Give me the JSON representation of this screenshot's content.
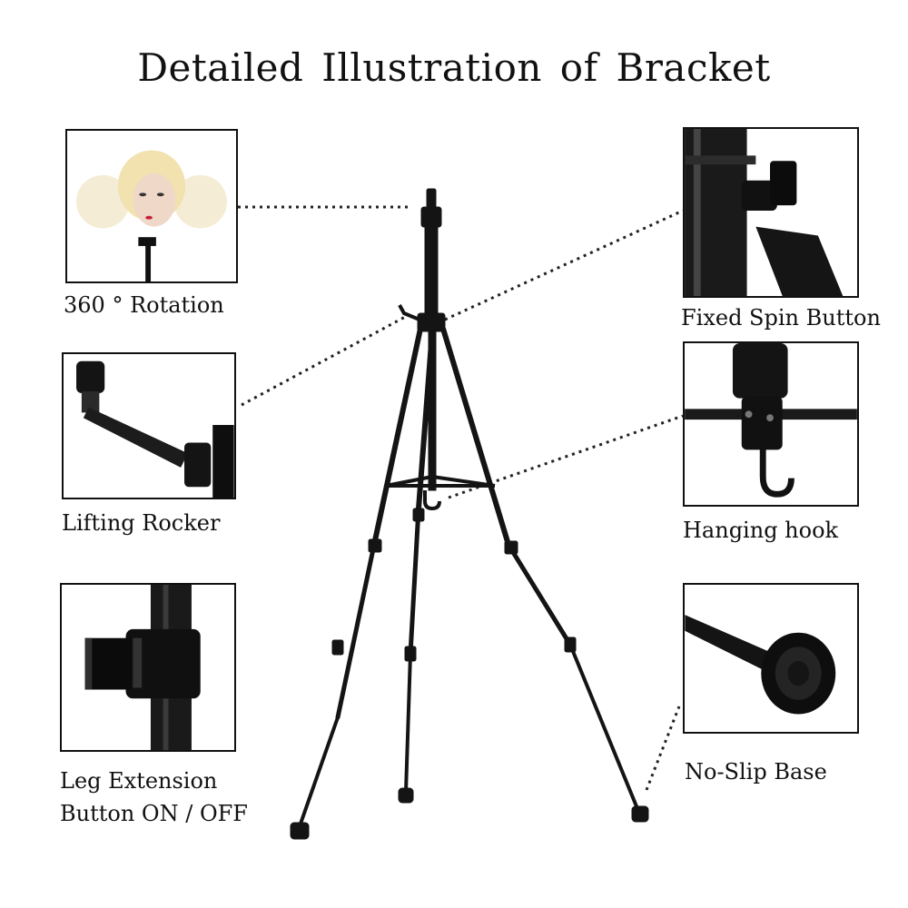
{
  "title": "Detailed  Illustration of Bracket",
  "features": {
    "rotation": "360 ° Rotation",
    "spin_button": "Fixed Spin Button",
    "lifting_rocker": "Lifting Rocker",
    "hanging_hook": "Hanging hook",
    "leg_extension_line1": "Leg Extension",
    "leg_extension_line2": "Button ON / OFF",
    "no_slip_base": "No-Slip Base"
  },
  "colors": {
    "stand": "#141414",
    "background": "#ffffff",
    "leader": "#222222",
    "wig": "#f1e2b0"
  }
}
